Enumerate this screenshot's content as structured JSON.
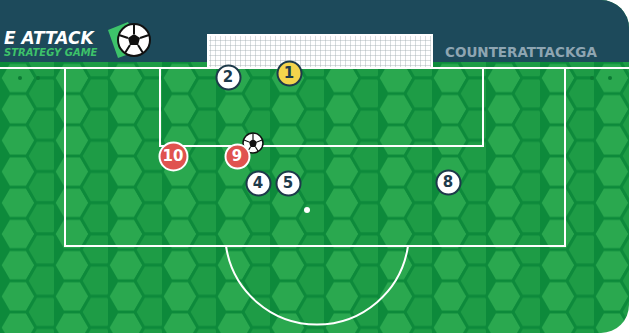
{
  "diagram": {
    "nodes": [
      {
        "text": [
          "2"
        ]
      },
      {
        "text": [
          "1"
        ]
      },
      {
        "text": [
          "10"
        ]
      },
      {
        "text": [
          "9"
        ]
      },
      {
        "text": [
          "4"
        ]
      },
      {
        "text": [
          "5"
        ]
      },
      {
        "text": [
          "8"
        ]
      }
    ],
    "labels": [
      "E ATTACK",
      "STRATEGY GAME",
      "COUNTERATTACKGA"
    ]
  }
}
